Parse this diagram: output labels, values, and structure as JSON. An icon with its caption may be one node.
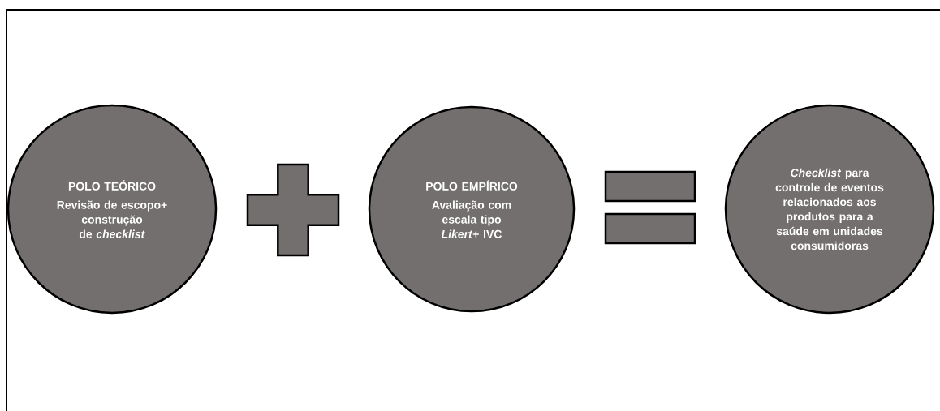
{
  "diagram": {
    "nodes": [
      {
        "text": [
          "POLO TEÓRICO",
          "Revisão de escopo+ construção de *checklist*"
        ]
      },
      {
        "text": [],
        "shape": "plus"
      },
      {
        "text": [
          "POLO EMPÍRICO",
          "Avaliação com escala tipo *Likert*+ IVC"
        ]
      },
      {
        "text": [],
        "shape": "equals"
      },
      {
        "text": [
          "*Checklist* para controle de eventos relacionados aos produtos para a saúde em unidades consumidoras"
        ]
      }
    ]
  }
}
